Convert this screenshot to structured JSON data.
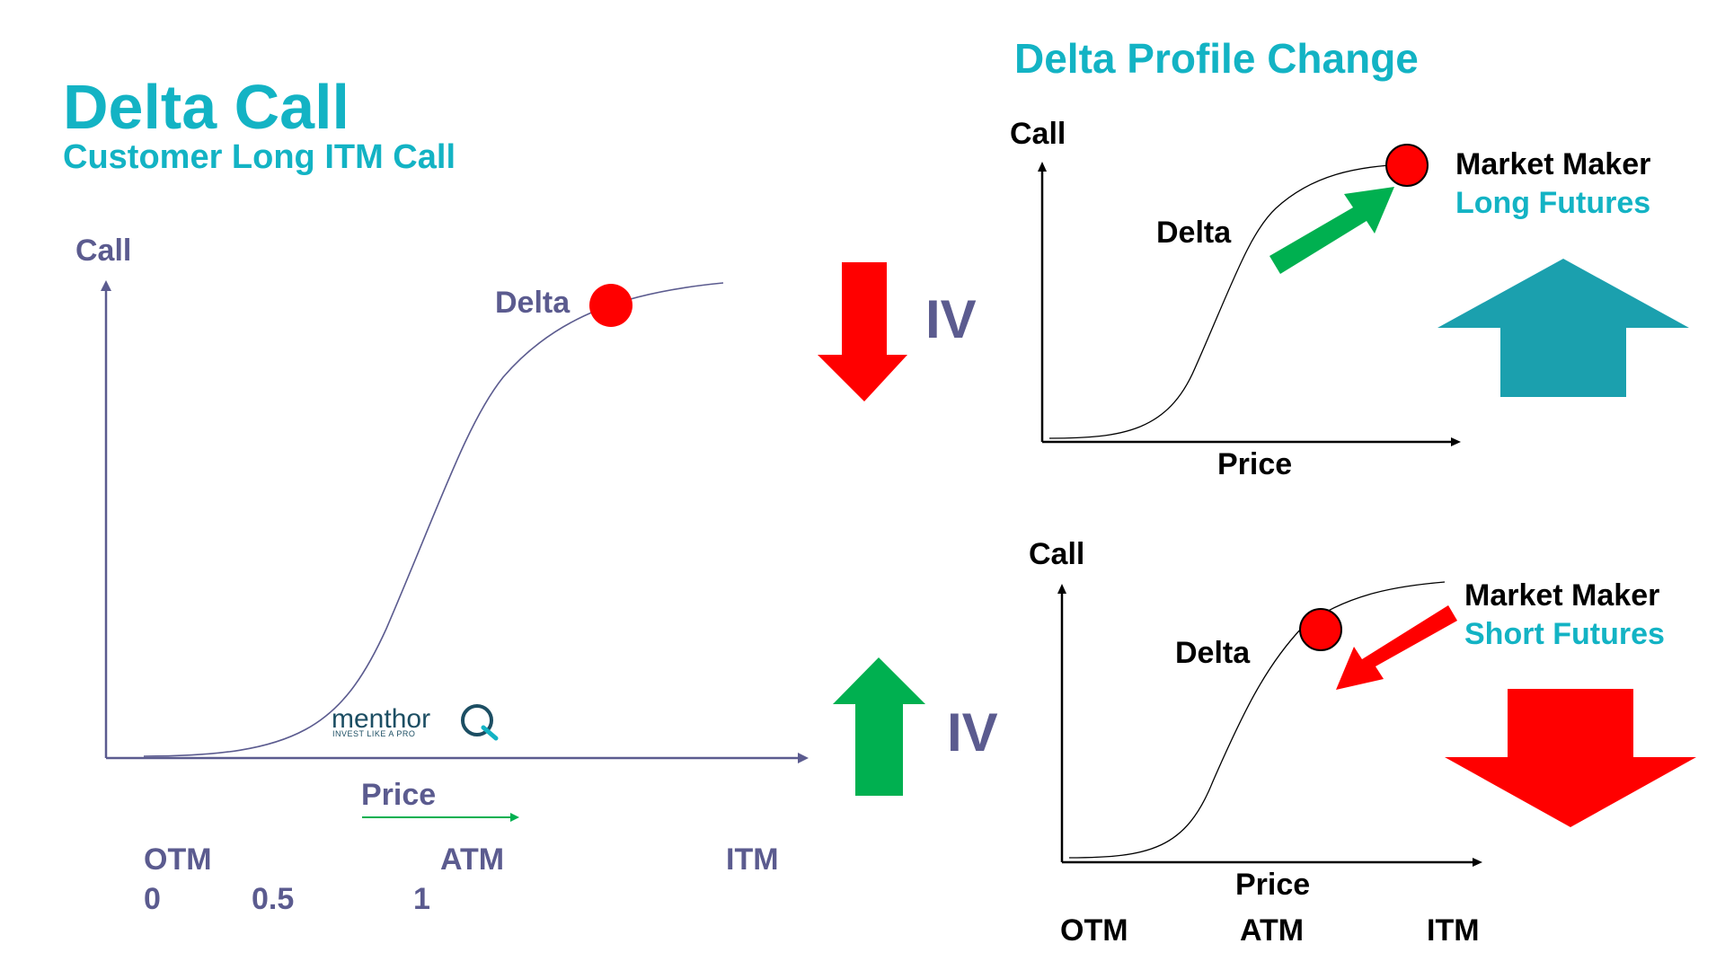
{
  "title": "Delta Call",
  "subtitle": "Customer Long ITM Call",
  "right_title": "Delta Profile Change",
  "main_chart": {
    "y_axis_label": "Call",
    "x_axis_label": "Price",
    "curve_label": "Delta",
    "moneyness_labels": [
      "OTM",
      "ATM",
      "ITM"
    ],
    "delta_values": [
      "0",
      "0.5",
      "1"
    ]
  },
  "iv_down": {
    "label": "IV",
    "direction": "down",
    "color": "#ff0000"
  },
  "iv_up": {
    "label": "IV",
    "direction": "up",
    "color": "#00b050"
  },
  "logo": {
    "name": "menthor",
    "tagline": "INVEST LIKE A PRO",
    "mark": "Q"
  },
  "top_chart": {
    "y_axis_label": "Call",
    "x_axis_label": "Price",
    "curve_label": "Delta",
    "maker_label": "Market Maker",
    "position_label": "Long Futures",
    "arrow_color": "#00b050",
    "big_arrow_color": "#1ba0ae"
  },
  "bottom_chart": {
    "y_axis_label": "Call",
    "x_axis_label": "Price",
    "curve_label": "Delta",
    "maker_label": "Market Maker",
    "position_label": "Short Futures",
    "moneyness_labels": [
      "OTM",
      "ATM",
      "ITM"
    ],
    "arrow_color": "#ff0000",
    "big_arrow_color": "#ff0000"
  },
  "colors": {
    "teal": "#13b3c4",
    "purple": "#5b5b8f",
    "marker": "#ff0000",
    "black": "#000000"
  }
}
